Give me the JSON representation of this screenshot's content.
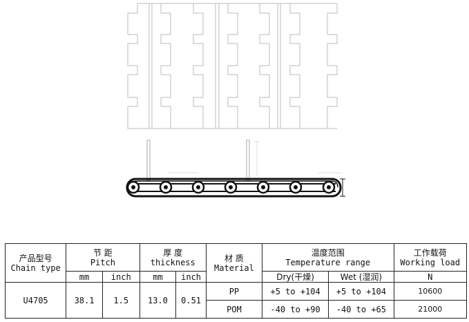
{
  "table": {
    "header": {
      "chain_type_cn": "产品型号",
      "chain_type_en": "Chain type",
      "pitch_cn": "节 距",
      "pitch_en": "Pitch",
      "thickness_cn": "厚  度",
      "thickness_en": "thickness",
      "material_cn": "材 质",
      "material_en": "Material",
      "temp_cn": "温度范围",
      "temp_en": "Temperature range",
      "load_cn": "工作载荷",
      "load_en": "Working load",
      "unit_mm_1": "mm",
      "unit_inch_1": "inch",
      "unit_mm_2": "mm",
      "unit_inch_2": "inch",
      "dry": "Dry(干燥)",
      "wet": "Wet (湿润)",
      "unit_n": "N"
    },
    "model": "U4705",
    "pitch_mm": "38.1",
    "pitch_inch": "1.5",
    "thickness_mm": "13.0",
    "thickness_inch": "0.51",
    "rows": [
      {
        "material": "PP",
        "dry": "+5 to +104",
        "wet": "+5 to +104",
        "load": "10600"
      },
      {
        "material": "POM",
        "dry": "-40 to +90",
        "wet": "-40 to +65",
        "load": "21000"
      }
    ]
  }
}
